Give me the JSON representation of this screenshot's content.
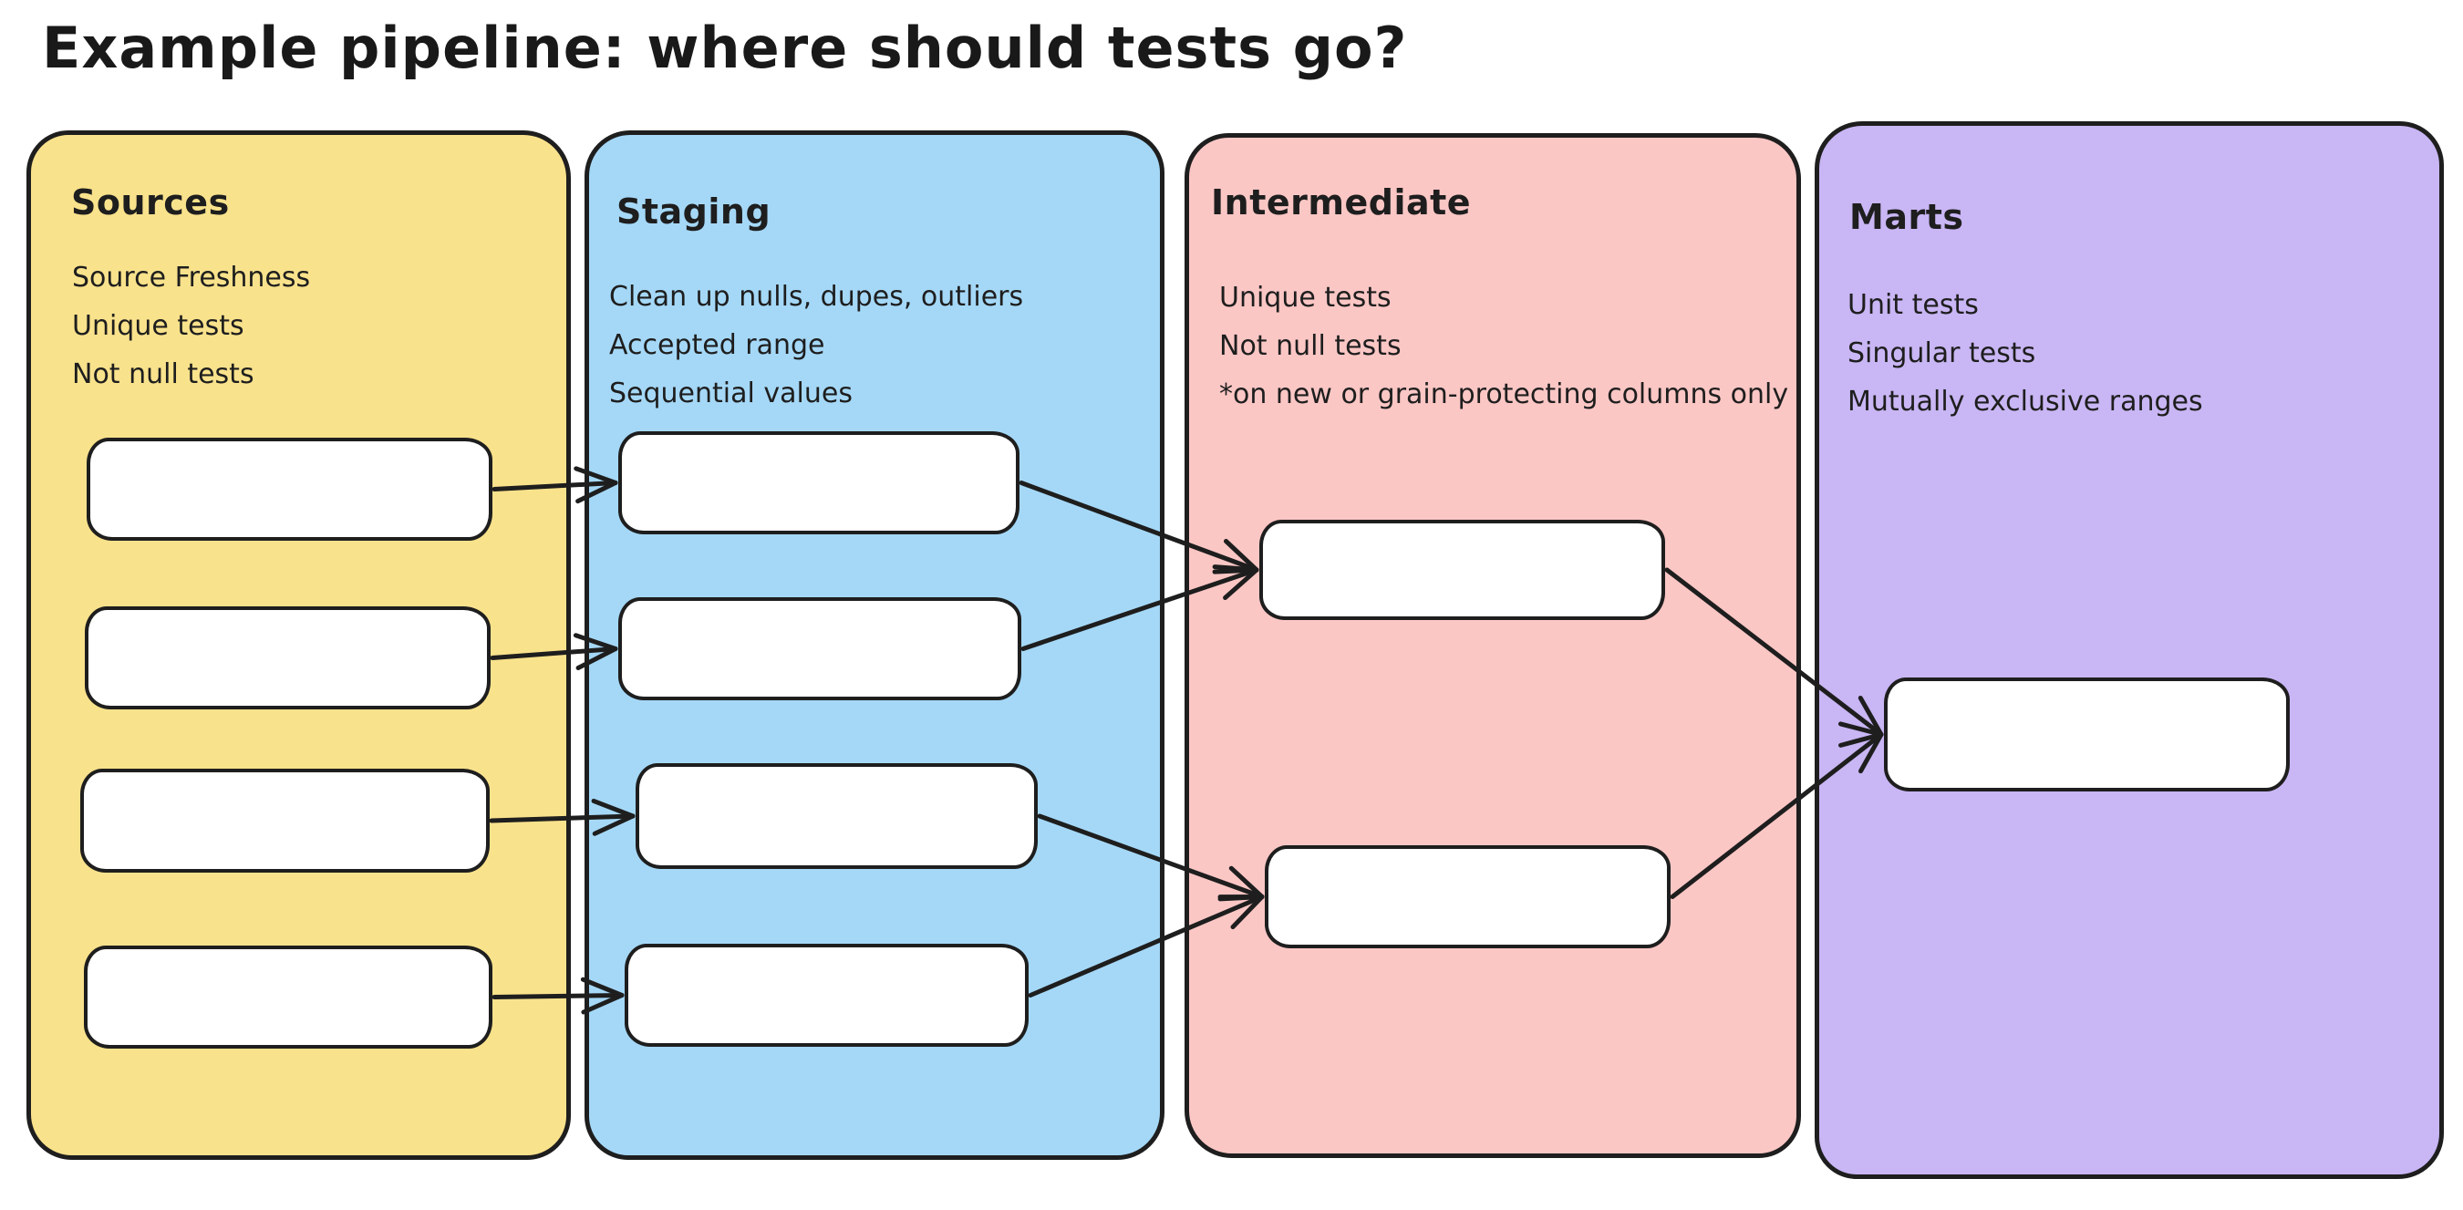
{
  "title": "Example pipeline: where should tests go?",
  "colors": {
    "stroke": "#1E1E1E",
    "node_bg": "#FFFFFF",
    "sources_bg": "#F9E28C",
    "staging_bg": "#A5D8F7",
    "intermediate_bg": "#FBC7C5",
    "marts_bg": "#C9B6F4"
  },
  "columns": [
    {
      "id": "sources",
      "title": "Sources",
      "color": "#F9E28C",
      "notes": [
        "Source Freshness",
        "Unique tests",
        "Not null tests"
      ],
      "box_count": 4
    },
    {
      "id": "staging",
      "title": "Staging",
      "color": "#A5D8F7",
      "notes": [
        "Clean up nulls, dupes, outliers",
        "Accepted range",
        "Sequential values"
      ],
      "box_count": 4
    },
    {
      "id": "intermediate",
      "title": "Intermediate",
      "color": "#FBC7C5",
      "notes": [
        "Unique tests",
        "Not null tests",
        "*on new or grain-protecting columns only"
      ],
      "box_count": 2
    },
    {
      "id": "marts",
      "title": "Marts",
      "color": "#C9B6F4",
      "notes": [
        "Unit tests",
        "Singular tests",
        "Mutually exclusive ranges"
      ],
      "box_count": 1
    }
  ],
  "edges": [
    {
      "from": "sources-1",
      "to": "staging-1"
    },
    {
      "from": "sources-2",
      "to": "staging-2"
    },
    {
      "from": "sources-3",
      "to": "staging-3"
    },
    {
      "from": "sources-4",
      "to": "staging-4"
    },
    {
      "from": "staging-1",
      "to": "intermediate-1"
    },
    {
      "from": "staging-2",
      "to": "intermediate-1"
    },
    {
      "from": "staging-3",
      "to": "intermediate-2"
    },
    {
      "from": "staging-4",
      "to": "intermediate-2"
    },
    {
      "from": "intermediate-1",
      "to": "marts-1"
    },
    {
      "from": "intermediate-2",
      "to": "marts-1"
    }
  ]
}
